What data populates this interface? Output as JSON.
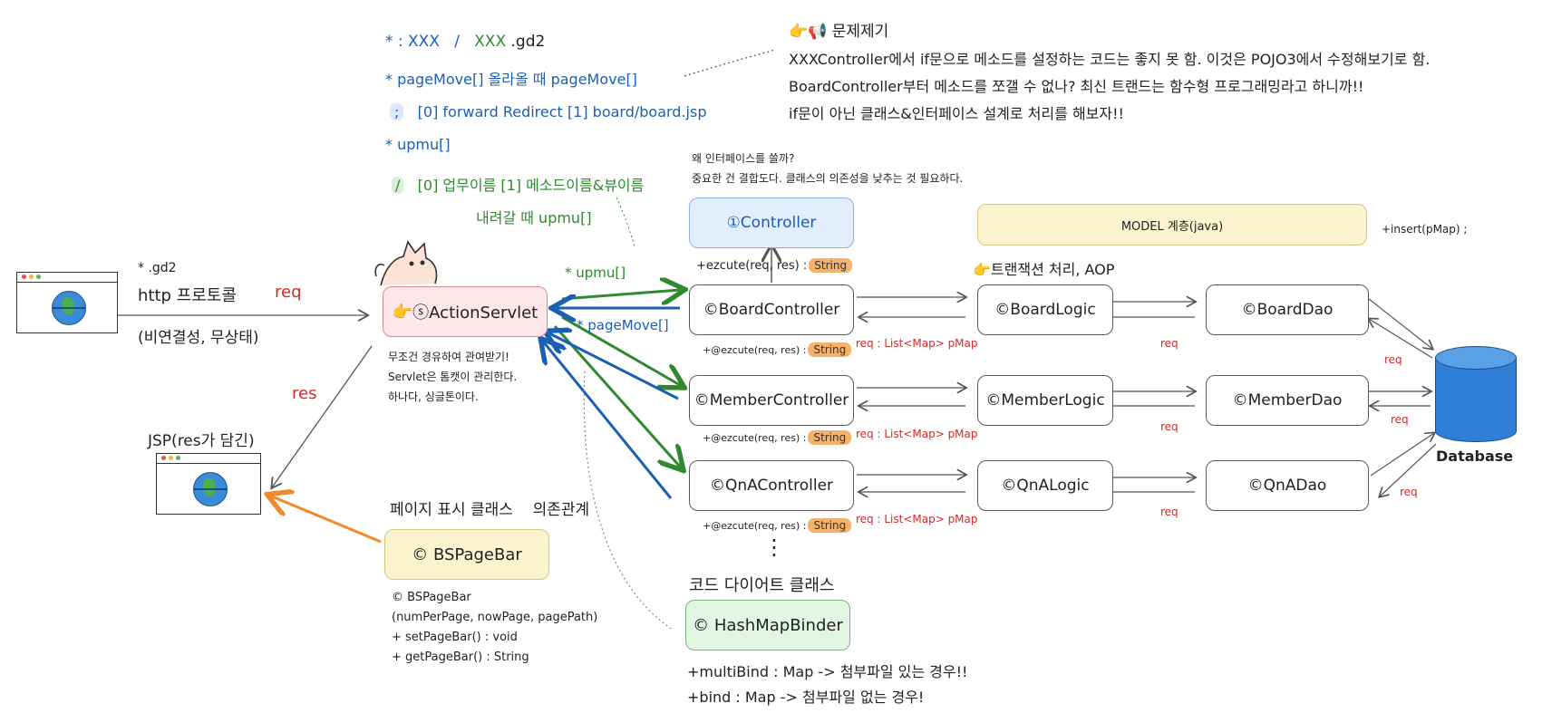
{
  "header_notes": {
    "line1_a": "* : XXX",
    "line1_sep": "/",
    "line1_b": "XXX",
    "line1_c": ".gd2",
    "line2": "* pageMove[]   올라올 때 pageMove[]",
    "line3_mark": ";",
    "line3": "[0] forward  Redirect  [1] board/board.jsp",
    "line4": "* upmu[]",
    "line5_mark": "/",
    "line5": "[0] 업무이름  [1] 메소드이름&뷰이름",
    "line6": "내려갈 때 upmu[]"
  },
  "problem": {
    "title": "문제제기",
    "lines": [
      "XXXController에서 if문으로 메소드를 설정하는 코드는 좋지 못 함. 이것은 POJO3에서 수정해보기로 함.",
      "BoardController부터 메소드를 쪼갤 수 없나? 최신 트랜드는 함수형 프로그래밍라고 하니까!!",
      "if문이 아닌 클래스&인터페이스 설계로 처리를 해보자!!"
    ]
  },
  "interface_note": {
    "line1": "왜 인터페이스를 쓸까?",
    "line2": "중요한 건 결합도다. 클래스의 의존성을 낮추는 것 필요하다."
  },
  "client": {
    "gd2": "* .gd2",
    "http": "http 프로토콜",
    "req": "req",
    "conn": "(비연결성, 무상태)",
    "res": "res",
    "jsp": "JSP(res가 담긴)"
  },
  "servlet": {
    "label": "ⓢActionServlet",
    "note": [
      "무조건 경유하여 관여받기!",
      "Servlet은 톰캣이 관리한다.",
      "하나다, 싱글톤이다."
    ]
  },
  "arrows": {
    "upmu": "* upmu[]",
    "pagemove": "* pageMove[]"
  },
  "controller_interface": {
    "label": "①Controller",
    "method": "+ezcute(req, res) :",
    "ret": "String"
  },
  "controllers": [
    {
      "label": "©BoardController",
      "method": "+@ezcute(req, res) :",
      "ret": "String",
      "param": "req : List<Map> pMap"
    },
    {
      "label": "©MemberController",
      "method": "+@ezcute(req, res) :",
      "ret": "String",
      "param": "req : List<Map> pMap"
    },
    {
      "label": "©QnAController",
      "method": "+@ezcute(req, res) :",
      "ret": "String",
      "param": "req : List<Map> pMap"
    }
  ],
  "ellipsis": "⋮",
  "model": {
    "label": "MODEL 계층(java)",
    "insert": "+insert(pMap) ;",
    "transaction": "트랜잭션 처리, AOP"
  },
  "logics": [
    {
      "label": "©BoardLogic",
      "req": "req"
    },
    {
      "label": "©MemberLogic",
      "req": "req"
    },
    {
      "label": "©QnALogic",
      "req": "req"
    }
  ],
  "daos": [
    {
      "label": "©BoardDao",
      "req": "req"
    },
    {
      "label": "©MemberDao",
      "req": "req"
    },
    {
      "label": "©QnADao",
      "req": "req"
    }
  ],
  "database": {
    "label": "Database"
  },
  "pagebar": {
    "heading": "페이지 표시 클래스",
    "dependency": "의존관계",
    "label": "© BSPageBar",
    "detail": [
      "© BSPageBar",
      "(numPerPage, nowPage, pagePath)",
      "+ setPageBar() : void",
      "+ getPageBar() : String"
    ]
  },
  "binder": {
    "heading": "코드 다이어트 클래스",
    "label": "© HashMapBinder",
    "multi": "+multiBind : Map -> 첨부파일 있는 경우!!",
    "bind": "+bind : Map -> 첨부파일 없는 경우!"
  },
  "colors": {
    "blue": "#1b5fb4",
    "green": "#2f8a2f",
    "red": "#d12b2b",
    "orange": "#f08a2a",
    "gray": "#555555"
  }
}
